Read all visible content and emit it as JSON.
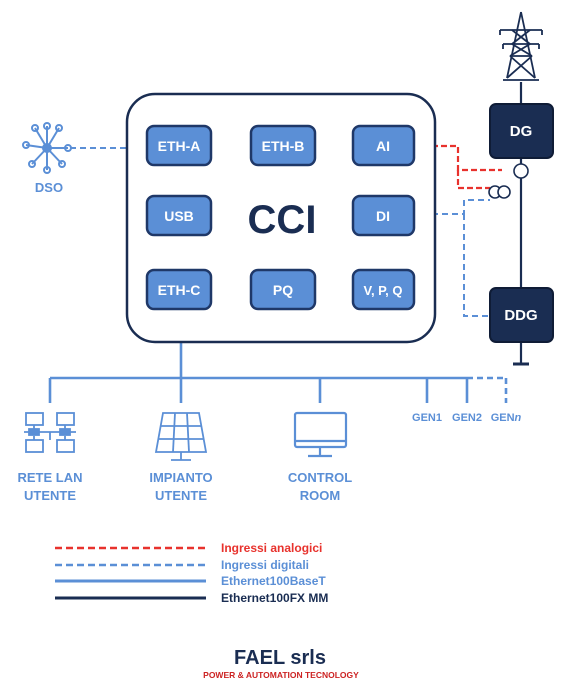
{
  "colors": {
    "port_fill": "#5b8fd6",
    "port_stroke": "#1f3868",
    "dark_navy": "#1a2d52",
    "light_blue": "#5b8fd6",
    "red": "#e8322d",
    "brand_red": "#cc2222"
  },
  "cci": {
    "title": "CCI",
    "ports": {
      "eth_a": "ETH-A",
      "eth_b": "ETH-B",
      "ai": "AI",
      "usb": "USB",
      "di": "DI",
      "eth_c": "ETH-C",
      "pq": "PQ",
      "vpq": "V, P, Q"
    }
  },
  "nodes": {
    "dso": "DSO",
    "dg": "DG",
    "ddg": "DDG",
    "rete_lan_1": "RETE LAN",
    "rete_lan_2": "UTENTE",
    "impianto_1": "IMPIANTO",
    "impianto_2": "UTENTE",
    "control_1": "CONTROL",
    "control_2": "ROOM",
    "gen1": "GEN1",
    "gen2": "GEN2",
    "genn_prefix": "GEN",
    "genn_suffix": "n"
  },
  "legend": {
    "analog": "Ingressi analogici",
    "digital": "Ingressi digitali",
    "eth_base": "Ethernet100BaseT",
    "eth_fx": "Ethernet100FX MM"
  },
  "icons": [
    "network-hub-icon",
    "transmission-tower-icon",
    "lan-network-icon",
    "solar-panel-icon",
    "monitor-icon",
    "transformer-icon"
  ],
  "brand": {
    "name": "FAEL srls",
    "tagline": "POWER & AUTOMATION TECNOLOGY"
  }
}
